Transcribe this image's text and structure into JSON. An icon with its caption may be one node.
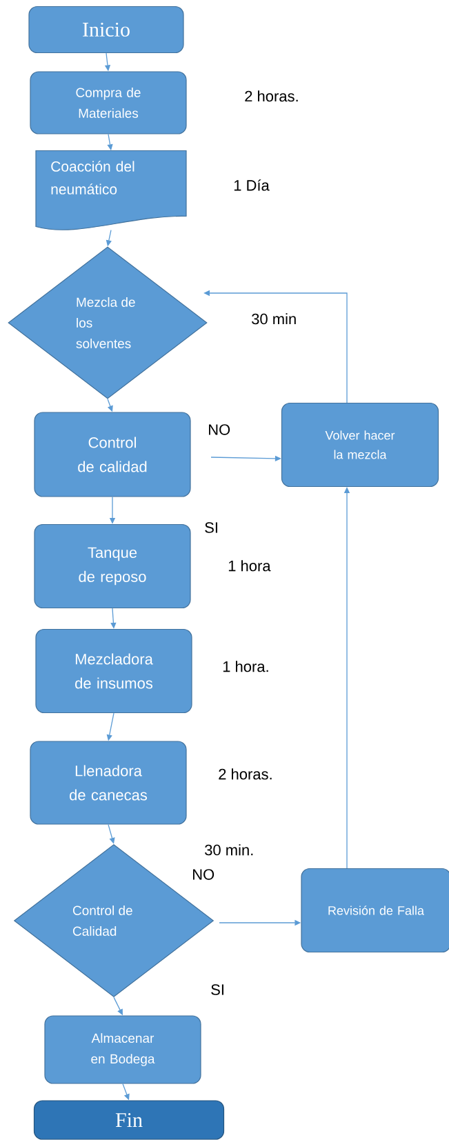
{
  "diagram": {
    "nodes": [
      {
        "text": [
          "Inicio"
        ]
      },
      {
        "text": [
          "Compra de Materiales"
        ]
      },
      {
        "text": [
          "Coacción del neumático"
        ],
        "beside": [
          "1 Día"
        ]
      },
      {
        "text": [
          "Mezcla de los solventes"
        ]
      },
      {
        "text": [
          "Control de calidad"
        ]
      },
      {
        "text": [
          "Volver hacer la mezcla"
        ]
      },
      {
        "text": [
          "Tanque de reposo"
        ],
        "beside": [
          "1 hora"
        ]
      },
      {
        "text": [
          "Mezcladora de insumos"
        ],
        "beside": [
          "1 hora."
        ]
      },
      {
        "text": [
          "Llenadora de canecas"
        ],
        "beside": [
          "2 horas."
        ]
      },
      {
        "text": [
          "Control de Calidad"
        ],
        "beside": [
          "30 min."
        ]
      },
      {
        "text": [
          "Revisión de Falla"
        ]
      },
      {
        "text": [
          "Almacenar en Bodega"
        ]
      },
      {
        "text": [
          "Fin"
        ]
      }
    ],
    "edges": [
      {
        "from": 0,
        "to": 1,
        "arrow": "to"
      },
      {
        "from": 1,
        "to": 2,
        "arrow": "to"
      },
      {
        "from": 2,
        "to": 3,
        "arrow": "to"
      },
      {
        "from": 3,
        "to": 4,
        "arrow": "to"
      },
      {
        "from": 4,
        "to": 5,
        "arrow": "to",
        "label": "NO"
      },
      {
        "from": 5,
        "to": 3,
        "arrow": "to",
        "label": "30 min"
      },
      {
        "from": 4,
        "to": 6,
        "arrow": "to"
      },
      {
        "from": 6,
        "to": 7,
        "arrow": "to"
      },
      {
        "from": 7,
        "to": 8,
        "arrow": "to"
      },
      {
        "from": 8,
        "to": 9,
        "arrow": "to"
      },
      {
        "from": 9,
        "to": 10,
        "arrow": "to",
        "label": "NO"
      },
      {
        "from": 10,
        "to": 5,
        "arrow": "to"
      },
      {
        "from": 9,
        "to": 11,
        "arrow": "to"
      },
      {
        "from": 11,
        "to": 12,
        "arrow": "to"
      }
    ],
    "labels": [
      "2 horas.",
      "SI",
      "SI"
    ]
  }
}
